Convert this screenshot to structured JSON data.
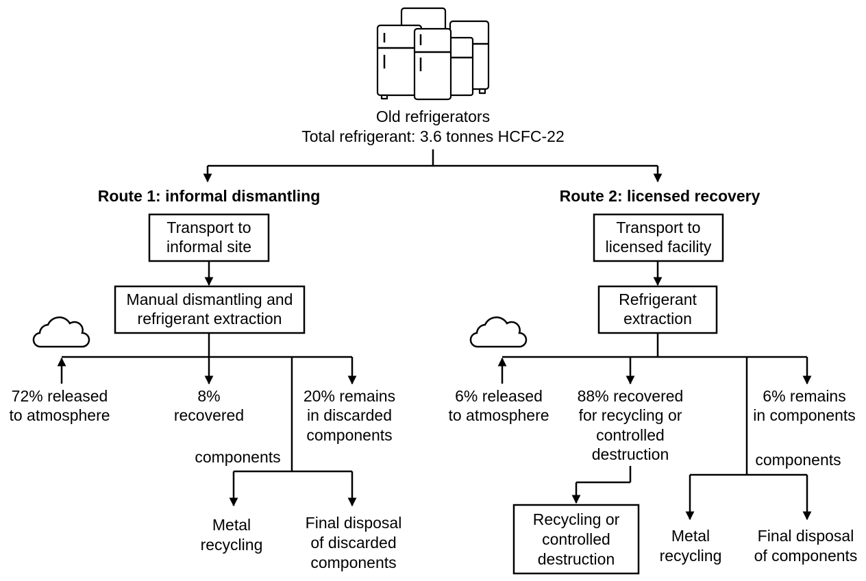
{
  "source": {
    "title": "Old refrigerators",
    "subtitle": "Total refrigerant: 3.6 tonnes HCFC-22"
  },
  "route1": {
    "heading": "Route 1: informal dismantling",
    "transport": [
      "Transport to",
      "informal site"
    ],
    "extraction": [
      "Manual dismantling and",
      "refrigerant extraction"
    ],
    "released": [
      "72% released",
      "to atmosphere"
    ],
    "recovered": [
      "8%",
      "recovered"
    ],
    "remains": [
      "20% remains",
      "in discarded",
      "components"
    ],
    "components_label": "components",
    "metal": [
      "Metal",
      "recycling"
    ],
    "disposal": [
      "Final disposal",
      "of discarded",
      "components"
    ]
  },
  "route2": {
    "heading": "Route 2: licensed recovery",
    "transport": [
      "Transport to",
      "licensed facility"
    ],
    "extraction": [
      "Refrigerant",
      "extraction"
    ],
    "released": [
      "6% released",
      "to atmosphere"
    ],
    "recovered": [
      "88% recovered",
      "for recycling or",
      "controlled",
      "destruction"
    ],
    "remains": [
      "6% remains",
      "in components"
    ],
    "components_label": "components",
    "recycling_box": [
      "Recycling or",
      "controlled",
      "destruction"
    ],
    "metal": [
      "Metal",
      "recycling"
    ],
    "disposal": [
      "Final disposal",
      "of components"
    ]
  },
  "icons": {
    "source": "refrigerators-icon",
    "emission": "cloud-icon"
  }
}
